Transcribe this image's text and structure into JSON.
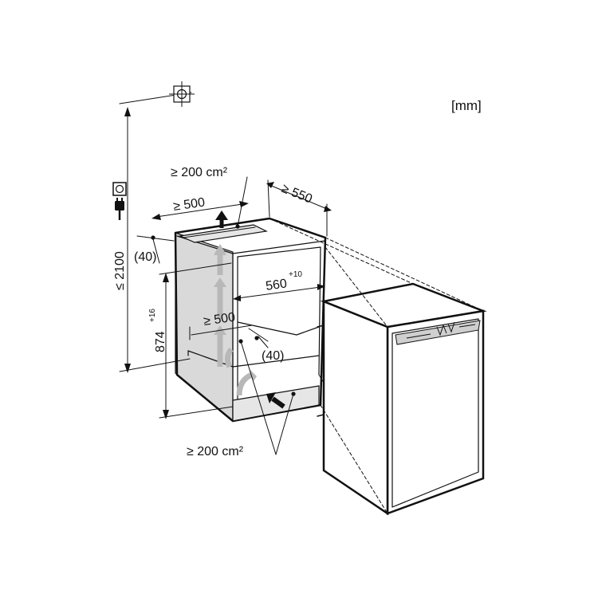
{
  "unit_label": "[mm]",
  "dimensions": {
    "vent_top_area": "≥ 200 cm²",
    "vent_bottom_area": "≥ 200 cm²",
    "top_width": "≥ 500",
    "depth": "≥ 550",
    "top_offset": "(40)",
    "inner_width": "560",
    "inner_width_tolerance": "+10",
    "middle_width": "≥ 500",
    "middle_offset": "(40)",
    "total_height": "≤ 2100",
    "niche_height": "874",
    "niche_height_tolerance": "+16"
  },
  "icons": [
    "electrical-socket-icon",
    "power-plug-icon",
    "crosshair-marker-icon"
  ],
  "colors": {
    "line": "#111111",
    "shade": "#d9d9d9",
    "arrow_light": "#b8b8b8",
    "arrow_dark": "#111111"
  }
}
